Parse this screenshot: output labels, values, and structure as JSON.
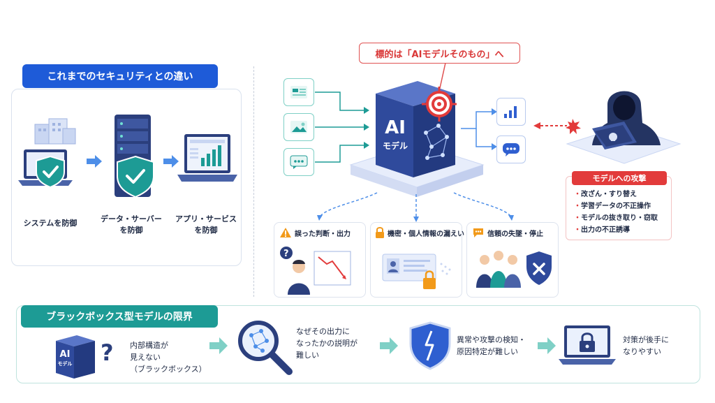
{
  "left_section": {
    "title": "これまでのセキュリティとの違い",
    "steps": [
      {
        "label": "システムを防御"
      },
      {
        "label_line1": "データ・サーバー",
        "label_line2": "を防御"
      },
      {
        "label_line1": "アプリ・サービス",
        "label_line2": "を防御"
      }
    ]
  },
  "center": {
    "target_callout": "標的は「AIモデルそのもの」へ",
    "cube_label_main": "AI",
    "cube_label_sub": "モデル",
    "risks": [
      {
        "title": "誤った判断・出力"
      },
      {
        "title": "機密・個人情報の漏えい"
      },
      {
        "title": "信頼の失墜・停止"
      }
    ]
  },
  "attack": {
    "title": "モデルへの攻撃",
    "items": [
      "改ざん・すり替え",
      "学習データの不正操作",
      "モデルの抜き取り・窃取",
      "出力の不正誘導"
    ]
  },
  "bottom_section": {
    "title": "ブラックボックス型モデルの限界",
    "cube_label_main": "AI",
    "cube_label_sub": "モデル",
    "steps": [
      {
        "lines": [
          "内部構造が",
          "見えない",
          "（ブラックボックス）"
        ]
      },
      {
        "lines": [
          "なぜその出力に",
          "なったかの説明が",
          "難しい"
        ]
      },
      {
        "lines": [
          "異常や攻撃の検知・",
          "原因特定が難しい"
        ]
      },
      {
        "lines": [
          "対策が後手に",
          "なりやすい"
        ]
      }
    ]
  },
  "colors": {
    "primary_blue": "#1e5bd8",
    "teal": "#1d9b95",
    "alert_red": "#e23b3b",
    "navy": "#2b3f7d"
  }
}
